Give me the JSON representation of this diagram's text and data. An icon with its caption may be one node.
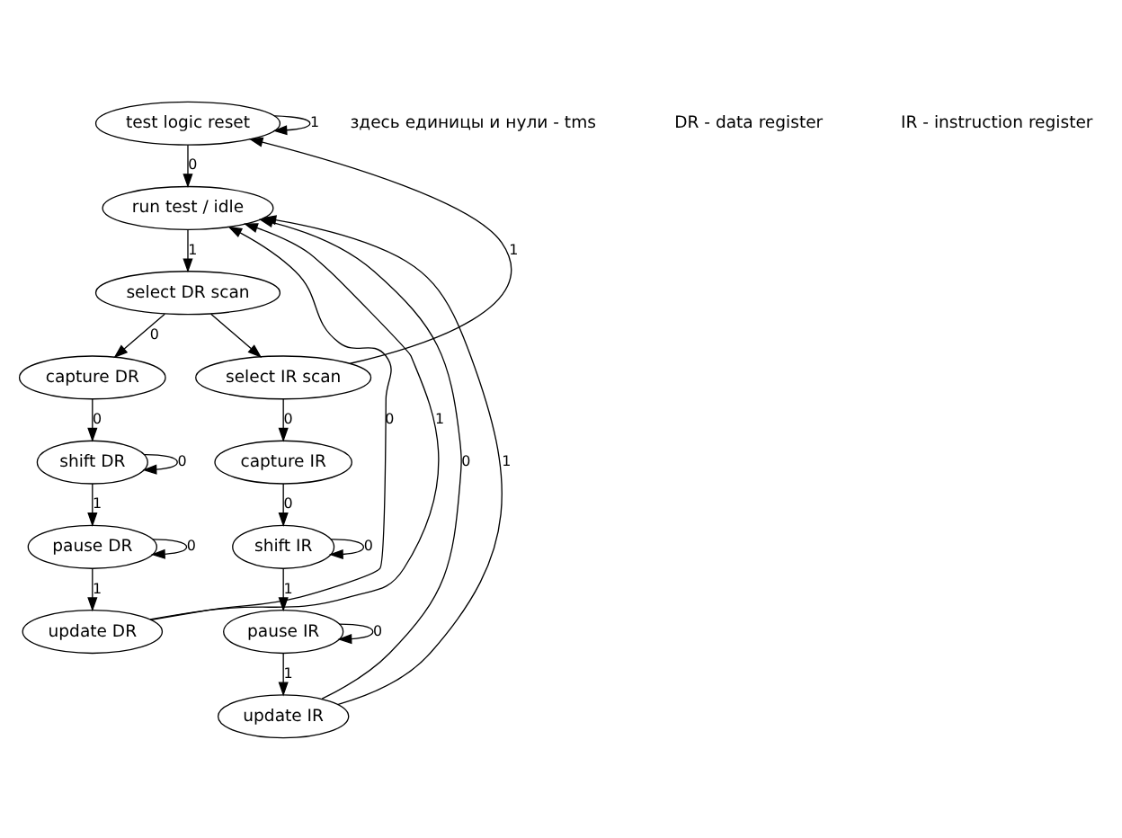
{
  "diagram": {
    "nodes": [
      {
        "text": [
          "test logic reset"
        ]
      },
      {
        "text": [
          "run test / idle"
        ]
      },
      {
        "text": [
          "select DR scan"
        ]
      },
      {
        "text": [
          "capture DR"
        ]
      },
      {
        "text": [
          "shift DR"
        ]
      },
      {
        "text": [
          "pause DR"
        ]
      },
      {
        "text": [
          "update DR"
        ]
      },
      {
        "text": [
          "select IR scan"
        ]
      },
      {
        "text": [
          "capture IR"
        ]
      },
      {
        "text": [
          "shift IR"
        ]
      },
      {
        "text": [
          "pause IR"
        ]
      },
      {
        "text": [
          "update IR"
        ]
      }
    ],
    "edges": [
      {
        "from": 0,
        "to": 0,
        "arrow": "to",
        "label": "1"
      },
      {
        "from": 0,
        "to": 1,
        "arrow": "to",
        "label": "0"
      },
      {
        "from": 1,
        "to": 2,
        "arrow": "to",
        "label": "1"
      },
      {
        "from": 2,
        "to": 7,
        "arrow": "to"
      },
      {
        "from": 7,
        "to": 0,
        "arrow": "to",
        "label": "1"
      },
      {
        "from": 2,
        "to": 3,
        "arrow": "to",
        "label": "0"
      },
      {
        "from": 3,
        "to": 4,
        "arrow": "to",
        "label": "0"
      },
      {
        "from": 4,
        "to": 4,
        "arrow": "to",
        "label": "0"
      },
      {
        "from": 4,
        "to": 5,
        "arrow": "to",
        "label": "1"
      },
      {
        "from": 5,
        "to": 5,
        "arrow": "to",
        "label": "0"
      },
      {
        "from": 5,
        "to": 6,
        "arrow": "to",
        "label": "1"
      },
      {
        "from": 6,
        "to": 1,
        "arrow": "to",
        "label": "0"
      },
      {
        "from": 6,
        "to": 1,
        "arrow": "to",
        "label": "1"
      },
      {
        "from": 7,
        "to": 8,
        "arrow": "to",
        "label": "0"
      },
      {
        "from": 8,
        "to": 9,
        "arrow": "to",
        "label": "0"
      },
      {
        "from": 9,
        "to": 9,
        "arrow": "to",
        "label": "0"
      },
      {
        "from": 9,
        "to": 10,
        "arrow": "to",
        "label": "1"
      },
      {
        "from": 10,
        "to": 10,
        "arrow": "to",
        "label": "0"
      },
      {
        "from": 10,
        "to": 11,
        "arrow": "to",
        "label": "1"
      },
      {
        "from": 11,
        "to": 1,
        "arrow": "to",
        "label": "0"
      },
      {
        "from": 11,
        "to": 1,
        "arrow": "to",
        "label": "1"
      }
    ],
    "labels": [
      "здесь единицы и нули - tms",
      "DR - data register",
      "IR - instruction register"
    ]
  }
}
